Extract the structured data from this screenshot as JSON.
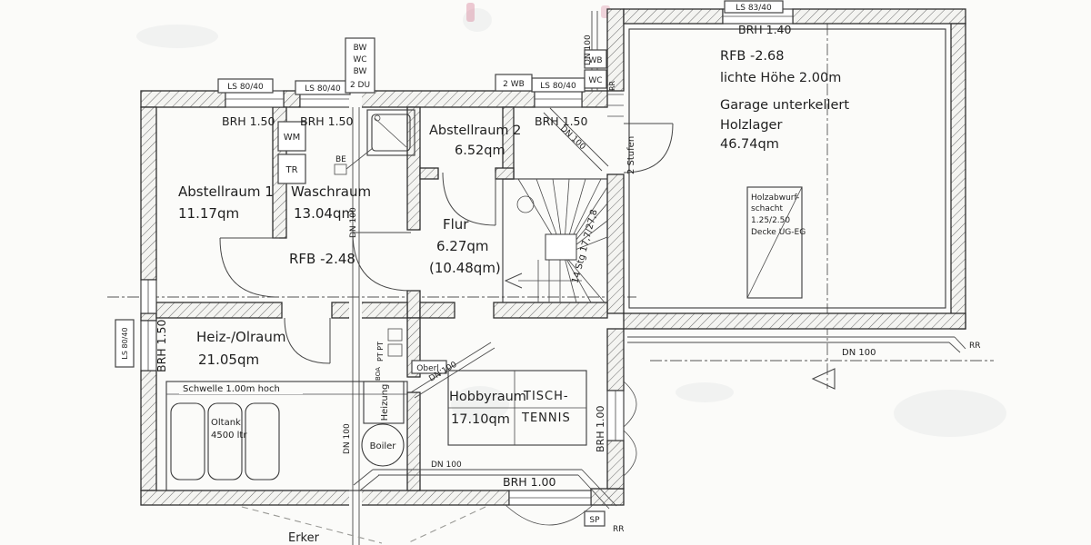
{
  "rooms": {
    "abstellraum1": {
      "name": "Abstellraum 1",
      "area": "11.17qm"
    },
    "waschraum": {
      "name": "Waschraum",
      "area": "13.04qm",
      "rfb": "RFB -2.48"
    },
    "abstellraum2": {
      "name": "Abstellraum 2",
      "area": "6.52qm"
    },
    "flur": {
      "name": "Flur",
      "area": "6.27qm",
      "area_alt": "(10.48qm)"
    },
    "heizoelraum": {
      "name": "Heiz-/Olraum",
      "area": "21.05qm"
    },
    "hobbyraum": {
      "name": "Hobbyraum",
      "area": "17.10qm"
    },
    "garage": {
      "rfb": "RFB -2.68",
      "height": "lichte Höhe 2.00m",
      "name1": "Garage unterkellert",
      "name2": "Holzlager",
      "area": "46.74qm"
    }
  },
  "tischtennis": {
    "line1": "TISCH-",
    "line2": "TENNIS"
  },
  "schacht": {
    "line1": "Holzabwurf-",
    "line2": "schacht",
    "line3": "1.25/2.50",
    "line4": "Decke UG-EG"
  },
  "oeltank": {
    "schwelle": "Schwelle 1.00m hoch",
    "line1": "Oltank",
    "line2": "4500 ltr"
  },
  "stairs": {
    "count": "14 Stg 17,7/27,8",
    "steps": "2 Stufen"
  },
  "erker": {
    "label": "Erker"
  },
  "fixture_list": [
    "BW",
    "WC",
    "BW",
    "2 DU"
  ],
  "labels": {
    "ls8040": "LS 80/40",
    "ls8340": "LS 83/40",
    "brh150": "BRH 1.50",
    "brh140": "BRH 1.40",
    "brh100": "BRH 1.00",
    "dn100": "DN 100",
    "rr": "RR",
    "sp": "SP",
    "be": "BE",
    "oberl": "Oberl.",
    "wm": "WM",
    "tr": "TR",
    "wb": "WB",
    "wc": "WC",
    "wb2": "2 WB",
    "boiler": "Boiler",
    "heizung": "Heizung",
    "ptpt": "PT PT",
    "boa": "BOA"
  }
}
